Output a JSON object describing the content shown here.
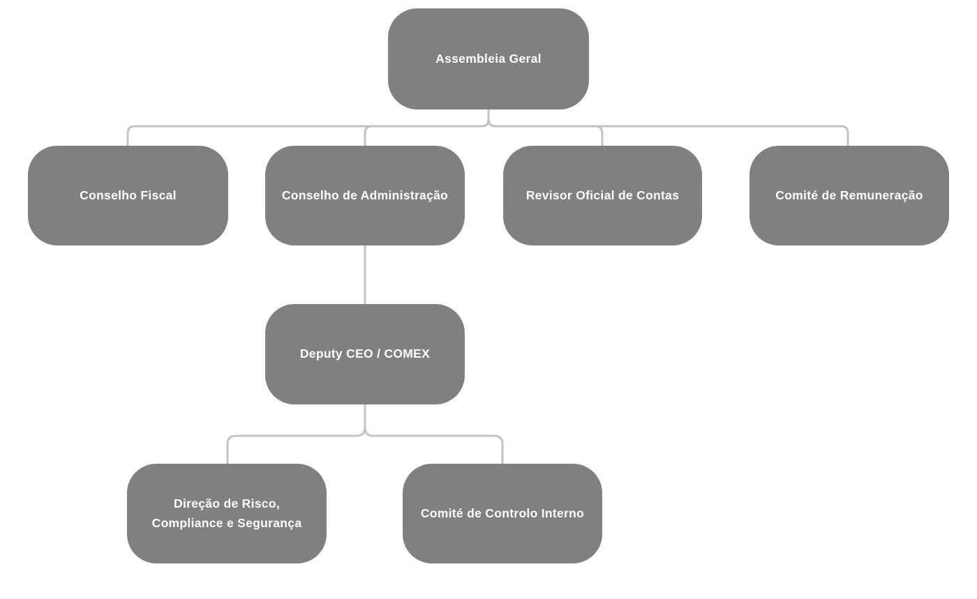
{
  "chart": {
    "type": "org-chart",
    "node_fill": "#808080",
    "node_text_color": "#ffffff",
    "connector_color": "#c3c3c3",
    "background": "#ffffff"
  },
  "nodes": {
    "assembleia_geral": {
      "label": "Assembleia Geral"
    },
    "conselho_fiscal": {
      "label": "Conselho Fiscal"
    },
    "conselho_administracao": {
      "label": "Conselho de Administração"
    },
    "revisor_oficial_contas": {
      "label": "Revisor Oficial de Contas"
    },
    "comite_remuneracao": {
      "label": "Comité de Remuneração"
    },
    "deputy_ceo_comex": {
      "label": "Deputy CEO / COMEX"
    },
    "direcao_risco": {
      "label": "Direção de Risco, Compliance e Segurança"
    },
    "comite_controlo_interno": {
      "label": "Comité de Controlo Interno"
    }
  },
  "hierarchy": {
    "Assembleia Geral": [
      "Conselho Fiscal",
      "Conselho de Administração",
      "Revisor Oficial de Contas",
      "Comité de Remuneração"
    ],
    "Conselho de Administração": [
      "Deputy CEO / COMEX"
    ],
    "Deputy CEO / COMEX": [
      "Direção de Risco, Compliance e Segurança",
      "Comité de Controlo Interno"
    ]
  }
}
